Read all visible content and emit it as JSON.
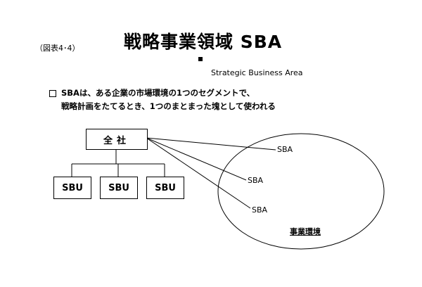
{
  "figure_label": "（図表4･4）",
  "title": "戦略事業領域 SBA",
  "subtitle": "Strategic  Business  Area",
  "description": {
    "line1": "SBAは、ある企業の市場環境の1つのセグメントで、",
    "line2": "戦略計画をたてるとき、1つのまとまった塊として使われる"
  },
  "diagram": {
    "company": "全社",
    "sbus": [
      "SBU",
      "SBU",
      "SBU"
    ],
    "sbas": [
      "SBA",
      "SBA",
      "SBA"
    ],
    "environment": "事業環境"
  }
}
